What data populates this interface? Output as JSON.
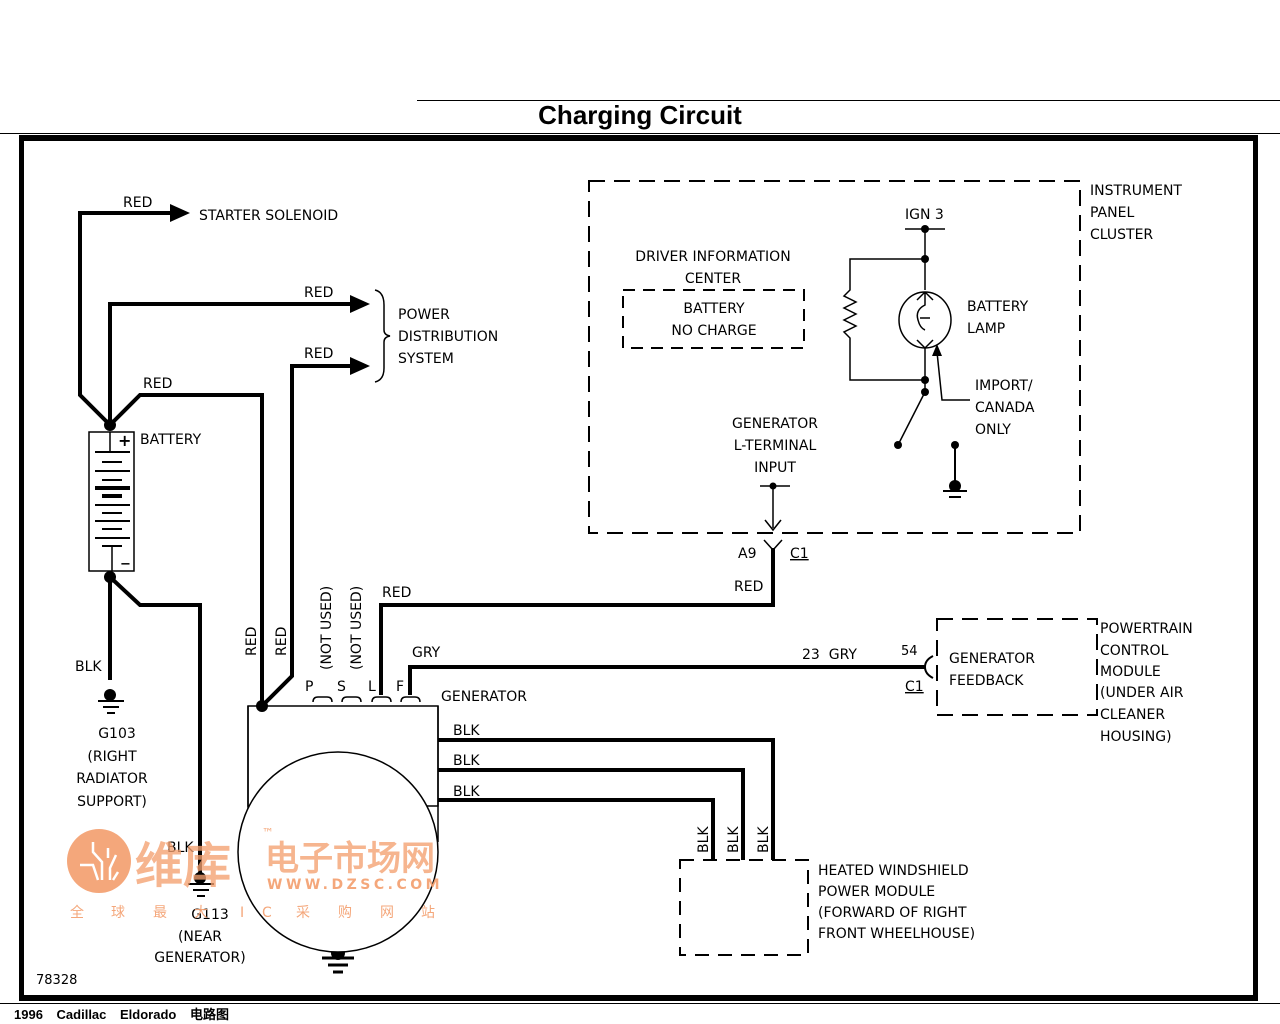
{
  "page": {
    "title": "Charging Circuit",
    "footer": "1996 Cadillac Eldorado 电路图",
    "figure_number": "78328"
  },
  "wires": {
    "starter_red": "RED",
    "pds_red_1": "RED",
    "pds_red_2": "RED",
    "batt_red": "RED",
    "gen_red_1": "RED",
    "gen_red_2": "RED",
    "l_red": "RED",
    "ipc_red": "RED",
    "f_gry": "GRY",
    "pcm_gry": "23  GRY",
    "g103_blk": "BLK",
    "g113_blk": "BLK",
    "hw_blk_1": "BLK",
    "hw_blk_2": "BLK",
    "hw_blk_3": "BLK",
    "hw_vblk_1": "BLK",
    "hw_vblk_2": "BLK",
    "hw_vblk_3": "BLK"
  },
  "components": {
    "starter_solenoid": "STARTER SOLENOID",
    "pds": [
      "POWER",
      "DISTRIBUTION",
      "SYSTEM"
    ],
    "battery": "BATTERY",
    "battery_plus": "+",
    "battery_minus": "−",
    "g103": [
      "G103",
      "(RIGHT",
      "RADIATOR",
      "SUPPORT)"
    ],
    "g113": [
      "G113",
      "(NEAR",
      "GENERATOR)"
    ],
    "generator": "GENERATOR",
    "gen_terminals": [
      "P",
      "S",
      "L",
      "F"
    ],
    "not_used_1": "(NOT USED)",
    "not_used_2": "(NOT USED)",
    "ipc": [
      "INSTRUMENT",
      "PANEL",
      "CLUSTER"
    ],
    "ign": "IGN 3",
    "dic": [
      "DRIVER INFORMATION",
      "CENTER"
    ],
    "dic_msg": [
      "BATTERY",
      "NO CHARGE"
    ],
    "battery_lamp": [
      "BATTERY",
      "LAMP"
    ],
    "import_canada": [
      "IMPORT/",
      "CANADA",
      "ONLY"
    ],
    "gen_l_input": [
      "GENERATOR",
      "L-TERMINAL",
      "INPUT"
    ],
    "conn_a9": "A9",
    "conn_c1_ipc": "C1",
    "pcm_pin": "54",
    "conn_c1_pcm": "C1",
    "pcm_box": [
      "GENERATOR",
      "FEEDBACK"
    ],
    "pcm": [
      "POWERTRAIN",
      "CONTROL",
      "MODULE",
      "(UNDER AIR",
      "CLEANER",
      "HOUSING)"
    ],
    "hwpm": [
      "HEATED WINDSHIELD",
      "POWER MODULE",
      "(FORWARD OF RIGHT",
      "FRONT WHEELHOUSE)"
    ]
  },
  "watermark": {
    "brand": "维库",
    "tm": "™",
    "name": "电子市场网",
    "url": "WWW.DZSC.COM",
    "slogan": [
      "全",
      "球",
      "最",
      "大",
      "I",
      "C",
      "采",
      "购",
      "网",
      "站"
    ],
    "color": "#f4a070"
  }
}
